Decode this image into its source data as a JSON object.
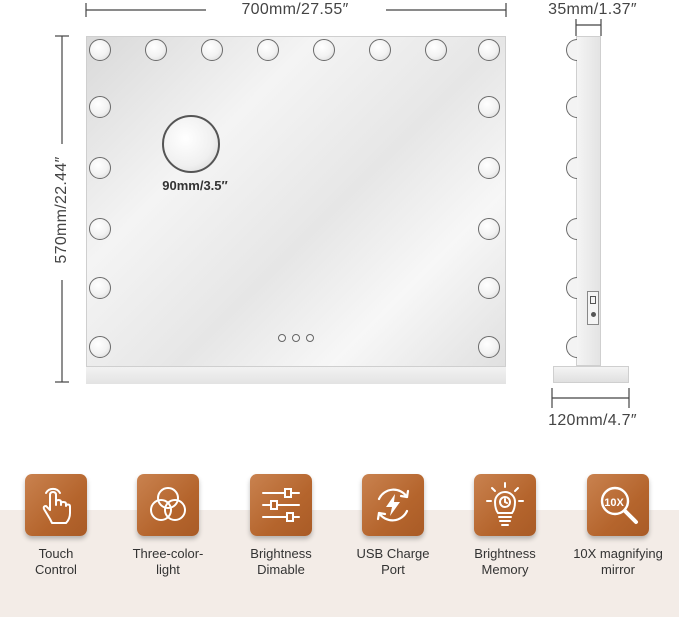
{
  "dimensions": {
    "width": "700mm/27.55″",
    "height": "570mm/22.44″",
    "depth": "35mm/1.37″",
    "base": "120mm/4.7″",
    "magnifier": "90mm/3.5″"
  },
  "features": [
    {
      "label": "Touch\nControl",
      "icon": "touch-hand-icon"
    },
    {
      "label": "Three-color-\nlight",
      "icon": "three-circles-icon"
    },
    {
      "label": "Brightness\nDimable",
      "icon": "sliders-icon"
    },
    {
      "label": "USB Charge\nPort",
      "icon": "usb-charge-icon"
    },
    {
      "label": "Brightness\nMemory",
      "icon": "lightbulb-clock-icon"
    },
    {
      "label": "10X magnifying\nmirror",
      "icon": "magnifier-10x-icon"
    }
  ],
  "magnifier_icon_text": "10X",
  "colors": {
    "accent": "#b5652d",
    "panel": "#f3ece7"
  }
}
